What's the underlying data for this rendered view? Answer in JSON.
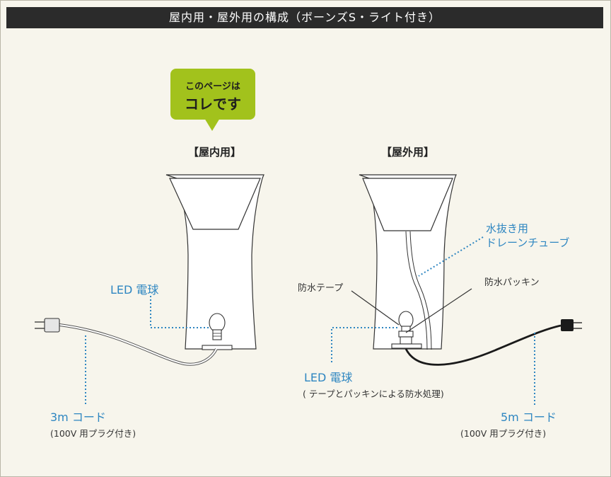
{
  "title": "屋内用・屋外用の構成（ボーンズS・ライト付き）",
  "callout": {
    "line1": "このページは",
    "line2": "コレです"
  },
  "indoor": {
    "heading": "【屋内用】",
    "led_label": "LED 電球",
    "cord_label": "3m コード",
    "cord_note": "(100V 用プラグ付き)"
  },
  "outdoor": {
    "heading": "【屋外用】",
    "drain_label_1": "水抜き用",
    "drain_label_2": "ドレーンチューブ",
    "tape_label": "防水テープ",
    "packing_label": "防水パッキン",
    "led_label": "LED 電球",
    "led_note": "( テープとパッキンによる防水処理)",
    "cord_label": "5m コード",
    "cord_note": "(100V 用プラグ付き)"
  },
  "colors": {
    "callout": "#a2c21c",
    "label_blue": "#2e86c1",
    "title_bg": "#2b2b2b"
  }
}
